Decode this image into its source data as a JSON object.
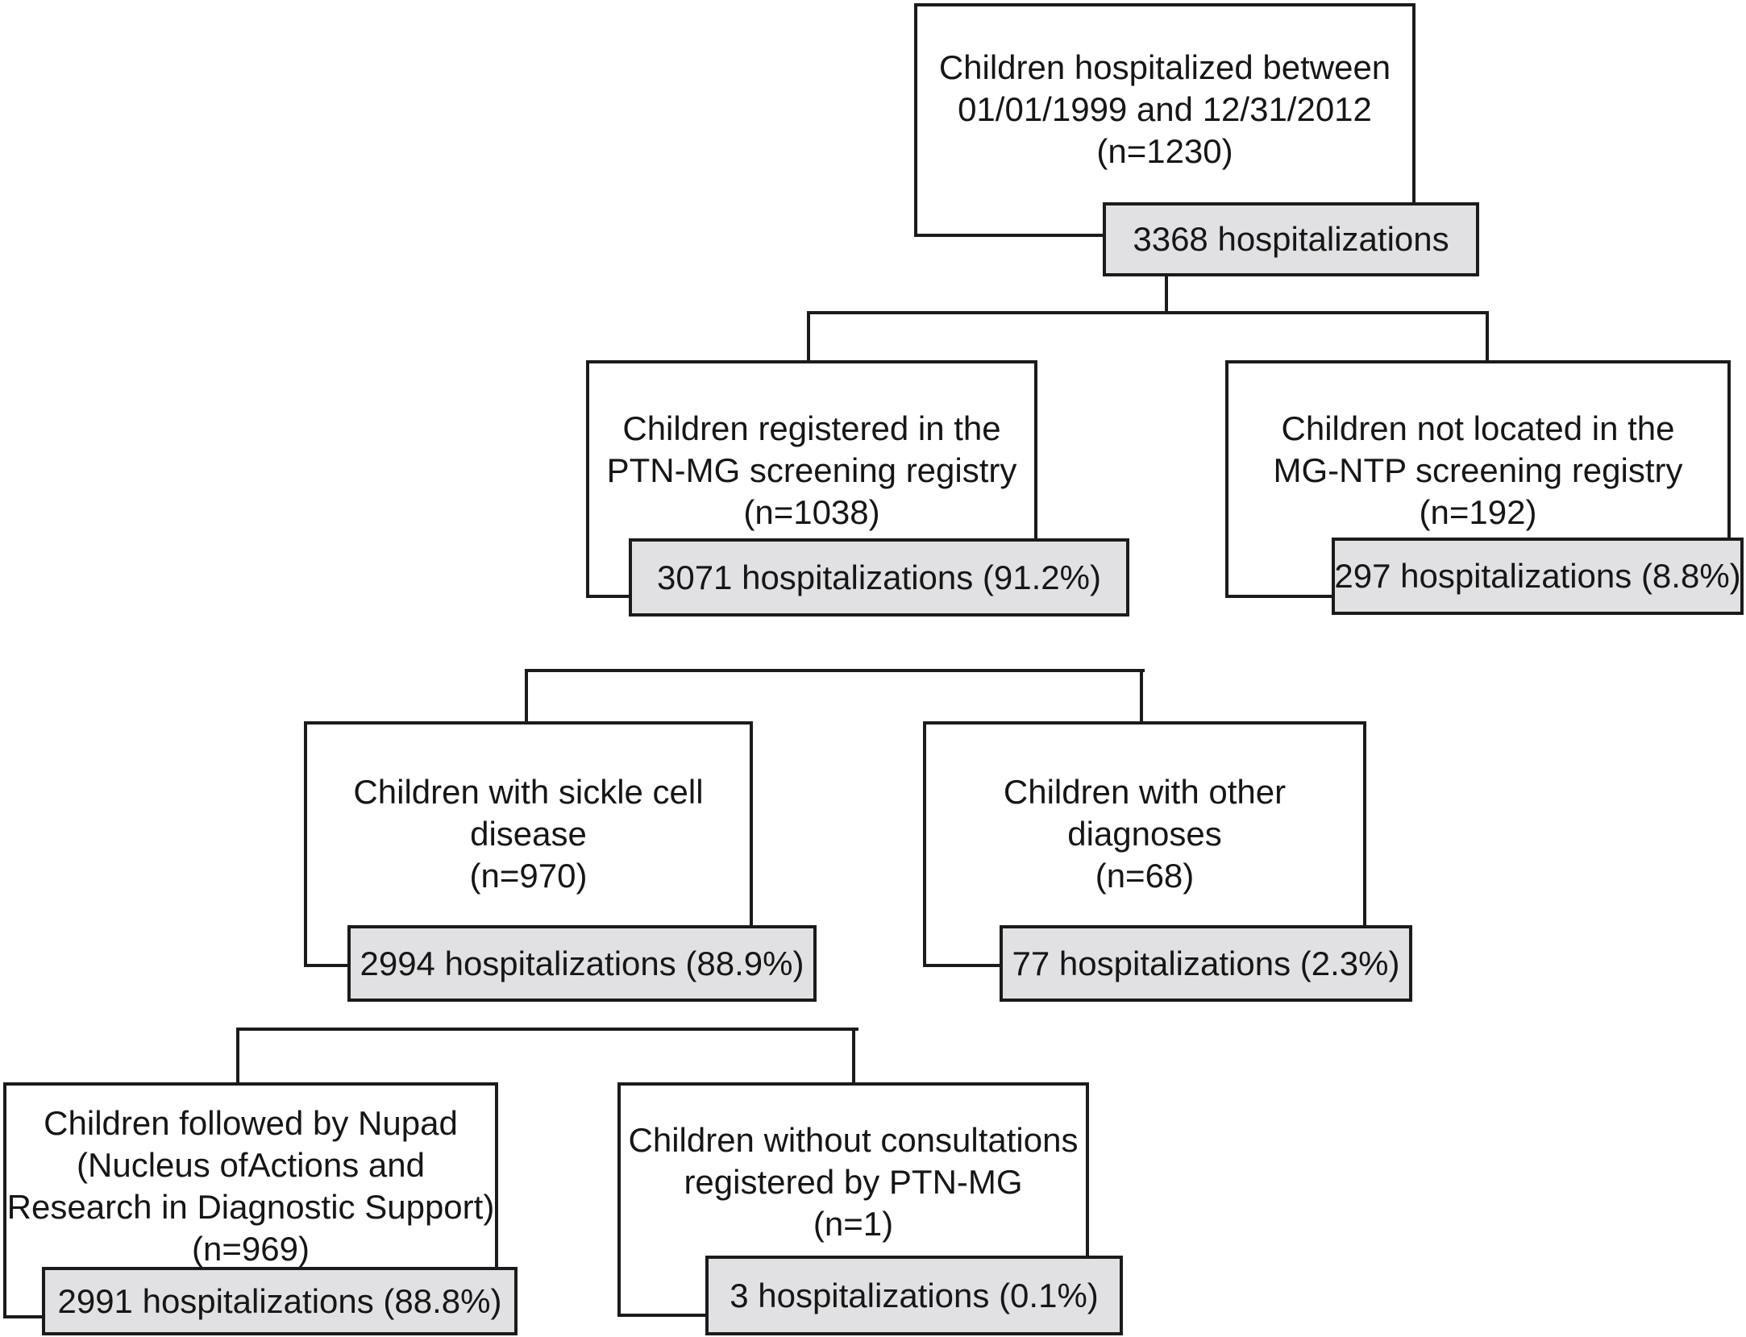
{
  "colors": {
    "stat_box_fill": "#e1e1e3",
    "line_color": "#1b1b1b",
    "node_fill": "#ffffff"
  },
  "flow": {
    "nodes": [
      {
        "id": "root",
        "lines": [
          "Children hospitalized between",
          "01/01/1999 and 12/31/2012",
          "(n=1230)"
        ],
        "stat": "3368 hospitalizations"
      },
      {
        "id": "registered",
        "lines": [
          "Children registered in the",
          "PTN-MG screening registry",
          "(n=1038)"
        ],
        "stat": "3071 hospitalizations (91.2%)"
      },
      {
        "id": "not-located",
        "lines": [
          "Children not located in the",
          "MG-NTP screening registry",
          "(n=192)"
        ],
        "stat": "297 hospitalizations (8.8%)"
      },
      {
        "id": "sickle-cell",
        "lines": [
          "Children with sickle cell",
          "disease",
          "(n=970)"
        ],
        "stat": "2994 hospitalizations (88.9%)"
      },
      {
        "id": "other-diagnoses",
        "lines": [
          "Children with other",
          "diagnoses",
          "(n=68)"
        ],
        "stat": "77 hospitalizations (2.3%)"
      },
      {
        "id": "nupad",
        "lines": [
          "Children followed by Nupad",
          "(Nucleus ofActions and",
          "Research in Diagnostic Support)",
          "(n=969)"
        ],
        "stat": "2991 hospitalizations (88.8%)"
      },
      {
        "id": "no-consultations",
        "lines": [
          "Children without consultations",
          "registered by PTN-MG",
          "(n=1)"
        ],
        "stat": "3 hospitalizations (0.1%)"
      }
    ]
  }
}
